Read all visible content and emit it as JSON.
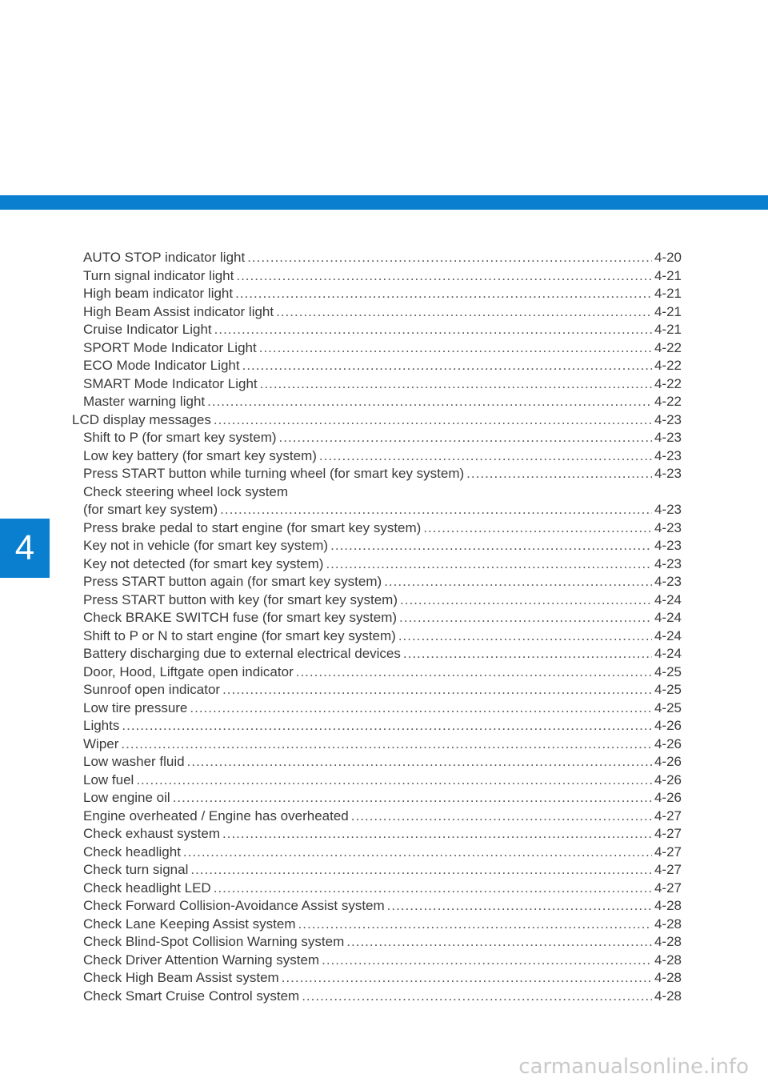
{
  "chapter": {
    "number": "4"
  },
  "colors": {
    "accent": "#0a7fcf"
  },
  "entries": [
    {
      "level": 2,
      "title": "AUTO STOP indicator light",
      "page": "4-20"
    },
    {
      "level": 2,
      "title": "Turn signal indicator light",
      "page": "4-21"
    },
    {
      "level": 2,
      "title": "High beam indicator light",
      "page": "4-21"
    },
    {
      "level": 2,
      "title": "High Beam Assist indicator light",
      "page": "4-21"
    },
    {
      "level": 2,
      "title": "Cruise Indicator Light",
      "page": "4-21"
    },
    {
      "level": 2,
      "title": "SPORT Mode Indicator Light",
      "page": "4-22"
    },
    {
      "level": 2,
      "title": "ECO Mode Indicator Light",
      "page": "4-22"
    },
    {
      "level": 2,
      "title": "SMART Mode Indicator Light",
      "page": "4-22"
    },
    {
      "level": 2,
      "title": "Master warning light",
      "page": "4-22"
    },
    {
      "level": 1,
      "title": "LCD display messages",
      "page": "4-23"
    },
    {
      "level": 2,
      "title": "Shift to P (for smart key system)",
      "page": "4-23"
    },
    {
      "level": 2,
      "title": "Low key battery (for smart key system)",
      "page": "4-23"
    },
    {
      "level": 2,
      "title": "Press START button while turning wheel (for smart key system)",
      "page": "4-23"
    },
    {
      "level": 2,
      "title": "Check steering wheel lock system",
      "page": ""
    },
    {
      "level": 2,
      "title": "(for smart key system)",
      "page": "4-23"
    },
    {
      "level": 2,
      "title": "Press brake pedal to start engine (for smart key system)",
      "page": "4-23"
    },
    {
      "level": 2,
      "title": "Key not in vehicle (for smart key system)",
      "page": "4-23"
    },
    {
      "level": 2,
      "title": "Key not detected (for smart key system)",
      "page": "4-23"
    },
    {
      "level": 2,
      "title": "Press START button again (for smart key system)",
      "page": "4-23"
    },
    {
      "level": 2,
      "title": "Press START button with key (for smart key system)",
      "page": "4-24"
    },
    {
      "level": 2,
      "title": "Check BRAKE SWITCH fuse (for smart key system)",
      "page": "4-24"
    },
    {
      "level": 2,
      "title": "Shift to P or N to start engine (for smart key system)",
      "page": "4-24"
    },
    {
      "level": 2,
      "title": "Battery discharging due to external electrical devices",
      "page": "4-24"
    },
    {
      "level": 2,
      "title": "Door, Hood, Liftgate open indicator",
      "page": "4-25"
    },
    {
      "level": 2,
      "title": "Sunroof open indicator",
      "page": "4-25"
    },
    {
      "level": 2,
      "title": "Low tire pressure",
      "page": "4-25"
    },
    {
      "level": 2,
      "title": "Lights",
      "page": "4-26"
    },
    {
      "level": 2,
      "title": "Wiper",
      "page": "4-26"
    },
    {
      "level": 2,
      "title": "Low washer fluid",
      "page": "4-26"
    },
    {
      "level": 2,
      "title": "Low fuel",
      "page": "4-26"
    },
    {
      "level": 2,
      "title": "Low engine oil",
      "page": "4-26"
    },
    {
      "level": 2,
      "title": "Engine overheated / Engine has overheated",
      "page": "4-27"
    },
    {
      "level": 2,
      "title": "Check exhaust system",
      "page": "4-27"
    },
    {
      "level": 2,
      "title": "Check headlight",
      "page": "4-27"
    },
    {
      "level": 2,
      "title": "Check turn signal",
      "page": "4-27"
    },
    {
      "level": 2,
      "title": "Check headlight LED",
      "page": "4-27"
    },
    {
      "level": 2,
      "title": "Check Forward Collision-Avoidance Assist system",
      "page": "4-28"
    },
    {
      "level": 2,
      "title": "Check Lane Keeping Assist system",
      "page": "4-28"
    },
    {
      "level": 2,
      "title": "Check Blind-Spot Collision Warning system",
      "page": "4-28"
    },
    {
      "level": 2,
      "title": "Check Driver Attention Warning system",
      "page": "4-28"
    },
    {
      "level": 2,
      "title": "Check High Beam Assist system",
      "page": "4-28"
    },
    {
      "level": 2,
      "title": "Check Smart Cruise Control system",
      "page": "4-28"
    }
  ],
  "footer": {
    "watermark": "carmanualsonline.info"
  }
}
